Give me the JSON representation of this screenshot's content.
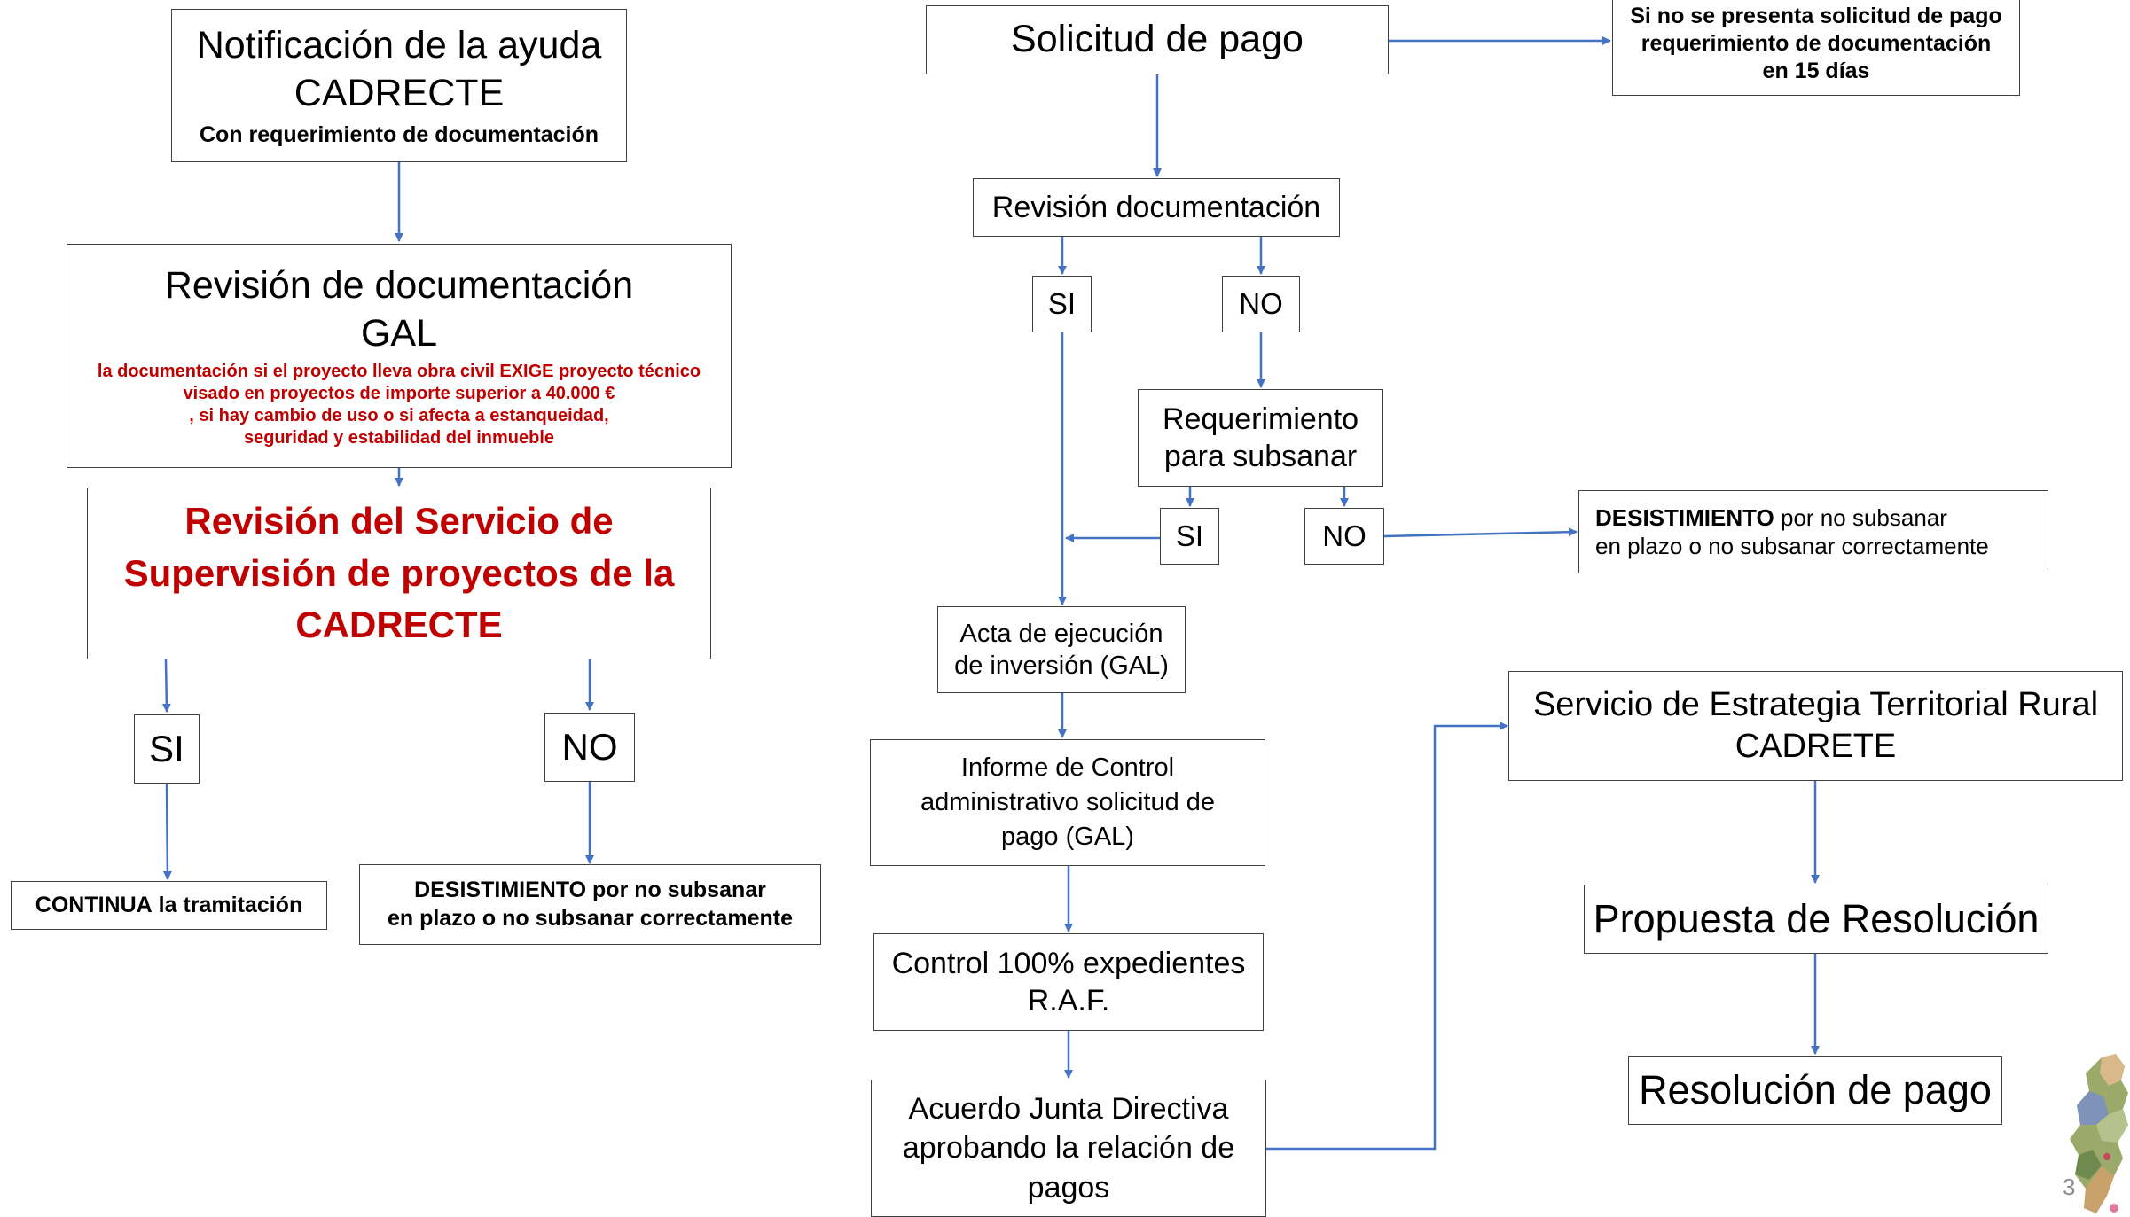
{
  "left": {
    "notificacion": {
      "line1": "Notificación de la ayuda",
      "line2": "CADRECTE",
      "line3": "Con requerimiento de documentación"
    },
    "revision_gal": {
      "line1": "Revisión de documentación",
      "line2": "GAL",
      "note1": "la documentación si el proyecto lleva obra civil EXIGE proyecto técnico",
      "note2": "visado en proyectos de importe superior a 40.000 €",
      "note3": ", si hay cambio de uso o si afecta a estanqueidad,",
      "note4": "seguridad y estabilidad del inmueble"
    },
    "revision_servicio": {
      "line1": "Revisión del Servicio de",
      "line2": "Supervisión de proyectos de la",
      "line3": "CADRECTE"
    },
    "si": "SI",
    "no": "NO",
    "continua": {
      "bold": "CONTINUA",
      "rest": " la tramitación"
    },
    "desistimiento": {
      "line1": "DESISTIMIENTO por no subsanar",
      "line2": "en plazo o no subsanar correctamente"
    }
  },
  "right": {
    "solicitud": "Solicitud de pago",
    "no_presenta": {
      "line1": "Si no se presenta solicitud de pago",
      "line2": "requerimiento de documentación",
      "line3": "en 15 días"
    },
    "revision_doc": "Revisión documentación",
    "si1": "SI",
    "no1": "NO",
    "requerimiento": {
      "line1": "Requerimiento",
      "line2": "para subsanar"
    },
    "si2": "SI",
    "no2": "NO",
    "desistimiento": {
      "bold": "DESISTIMIENTO",
      "rest": " por no subsanar",
      "line2": "en plazo o no subsanar correctamente"
    },
    "acta": {
      "line1": "Acta de ejecución",
      "line2": "de inversión (GAL)"
    },
    "informe": {
      "line1": "Informe de Control",
      "line2": "administrativo solicitud de",
      "line3": "pago (GAL)"
    },
    "control": {
      "line1": "Control 100% expedientes",
      "line2": "R.A.F."
    },
    "acuerdo": {
      "line1": "Acuerdo Junta Directiva",
      "line2": "aprobando la relación de",
      "line3": "pagos"
    },
    "servicio": {
      "line1": "Servicio de Estrategia Territorial Rural",
      "line2": "CADRETE"
    },
    "propuesta": "Propuesta de Resolución",
    "resolucion": "Resolución de pago"
  },
  "page_number": "3",
  "colors": {
    "arrow": "#4472c4",
    "red_text": "#c00000",
    "border": "#404040"
  }
}
